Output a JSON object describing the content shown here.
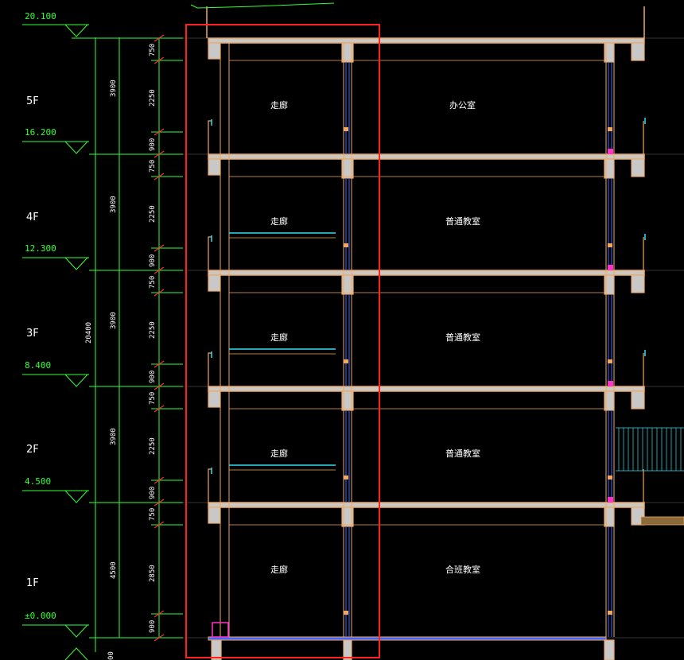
{
  "drawing": {
    "top_elevation": "20.100",
    "floors": [
      {
        "label": "5F",
        "elevation": "16.200",
        "total_dim": "3900",
        "sub_dims": [
          "750",
          "2250",
          "900"
        ],
        "rooms": [
          "走廊",
          "办公室"
        ]
      },
      {
        "label": "4F",
        "elevation": "12.300",
        "total_dim": "3900",
        "sub_dims": [
          "750",
          "2250",
          "900"
        ],
        "rooms": [
          "走廊",
          "普通教室"
        ]
      },
      {
        "label": "3F",
        "elevation": "8.400",
        "total_dim": "3900",
        "sub_dims": [
          "750",
          "2250",
          "900"
        ],
        "rooms": [
          "走廊",
          "普通教室"
        ]
      },
      {
        "label": "2F",
        "elevation": "4.500",
        "total_dim": "3900",
        "sub_dims": [
          "750",
          "2250",
          "900"
        ],
        "rooms": [
          "走廊",
          "普通教室"
        ]
      },
      {
        "label": "1F",
        "elevation": "±0.000",
        "total_dim": "4500",
        "sub_dims": [
          "750",
          "2850",
          "900"
        ],
        "rooms": [
          "走廊",
          "合班教室"
        ]
      }
    ],
    "overall_dim": "20400",
    "bottom_dim": "00"
  },
  "colors": {
    "background": "#000000",
    "dimension_lines": "#33ff33",
    "slab_outline": "#f0a860",
    "slab_fill": "#c8c8c8",
    "highlight_box": "#ff2020",
    "window_lines": "#4466ff",
    "railing": "#33ddee",
    "marker": "#ff33cc",
    "text": "#ffffff"
  }
}
